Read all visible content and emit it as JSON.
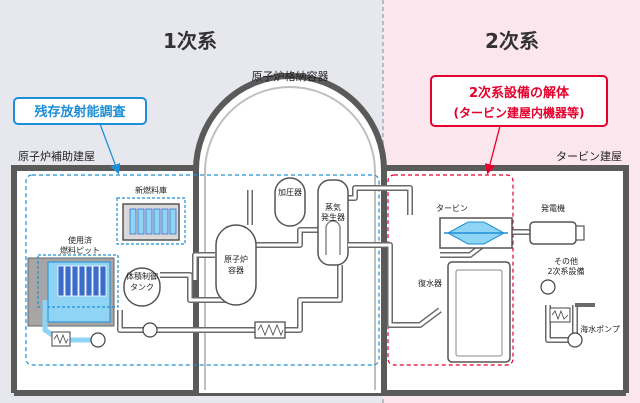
{
  "regions": {
    "primary_title": "1次系",
    "secondary_title": "2次系"
  },
  "buildings": {
    "containment": "原子炉格納容器",
    "auxiliary": "原子炉補助建屋",
    "turbine": "タービン建屋"
  },
  "callouts": {
    "residual_radioactivity": "残存放射能調査",
    "dismantle_line1": "2次系設備の解体",
    "dismantle_line2": "(タービン建屋内機器等)"
  },
  "equipment": {
    "new_fuel_storage": "新燃料庫",
    "spent_fuel_pit_line1": "使用済",
    "spent_fuel_pit_line2": "燃料ピット",
    "volume_control_tank_line1": "体積制御",
    "volume_control_tank_line2": "タンク",
    "pressurizer": "加圧器",
    "steam_generator_line1": "蒸気",
    "steam_generator_line2": "発生器",
    "reactor_vessel_line1": "原子炉",
    "reactor_vessel_line2": "容器",
    "turbine": "タービン",
    "generator": "発電機",
    "condenser": "復水器",
    "other_secondary_line1": "その他",
    "other_secondary_line2": "2次系設備",
    "seawater_pump": "海水ポンプ"
  },
  "colors": {
    "primary_bg": "#e7e8ee",
    "secondary_bg": "#fbe6ee",
    "building_wall": "#5a5a5a",
    "callout_blue": "#1e8fd6",
    "callout_red": "#e5002d",
    "water_blue": "#8fd3f5",
    "fuel_blue": "#3b6cc9"
  }
}
